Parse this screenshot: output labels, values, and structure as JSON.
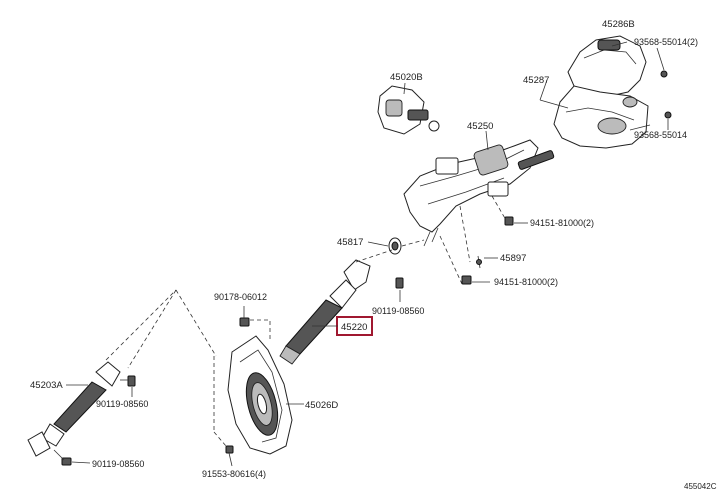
{
  "labels": {
    "p45286B": "45286B",
    "p93568_55014_2": "93568-55014(2)",
    "p45287": "45287",
    "p93568_55014": "93568-55014",
    "p45020B": "45020B",
    "p45250": "45250",
    "p94151_81000_2a": "94151-81000(2)",
    "p45817": "45817",
    "p45897": "45897",
    "p94151_81000_2b": "94151-81000(2)",
    "p90178_06012": "90178-06012",
    "p90119_08560a": "90119-08560",
    "p45220": "45220",
    "p45203A": "45203A",
    "p90119_08560b": "90119-08560",
    "p45026D": "45026D",
    "p90119_08560c": "90119-08560",
    "p91553_80616_4": "91553-80616(4)",
    "ref": "455042C"
  },
  "highlight_color": "#a01830"
}
